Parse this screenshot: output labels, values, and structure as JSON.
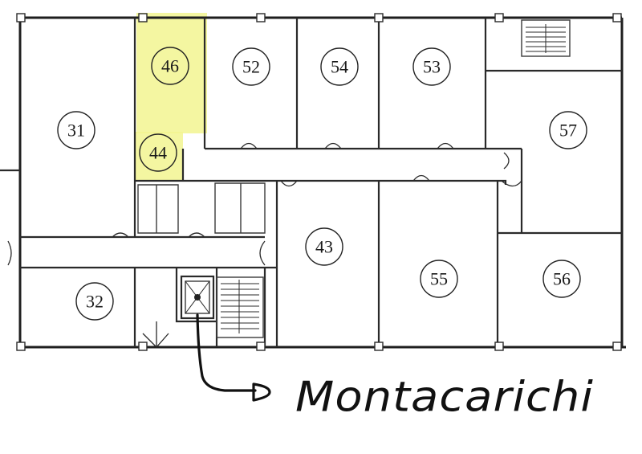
{
  "plan": {
    "rooms": [
      {
        "id": "31",
        "label": "31",
        "highlighted": false
      },
      {
        "id": "32",
        "label": "32",
        "highlighted": false
      },
      {
        "id": "43",
        "label": "43",
        "highlighted": false
      },
      {
        "id": "44",
        "label": "44",
        "highlighted": true
      },
      {
        "id": "46",
        "label": "46",
        "highlighted": true
      },
      {
        "id": "52",
        "label": "52",
        "highlighted": false
      },
      {
        "id": "53",
        "label": "53",
        "highlighted": false
      },
      {
        "id": "54",
        "label": "54",
        "highlighted": false
      },
      {
        "id": "55",
        "label": "55",
        "highlighted": false
      },
      {
        "id": "56",
        "label": "56",
        "highlighted": false
      },
      {
        "id": "57",
        "label": "57",
        "highlighted": false
      }
    ],
    "highlight_color": "#f2f590",
    "annotation": {
      "label": "Montacarichi",
      "points_to": "elevator-icon"
    }
  }
}
